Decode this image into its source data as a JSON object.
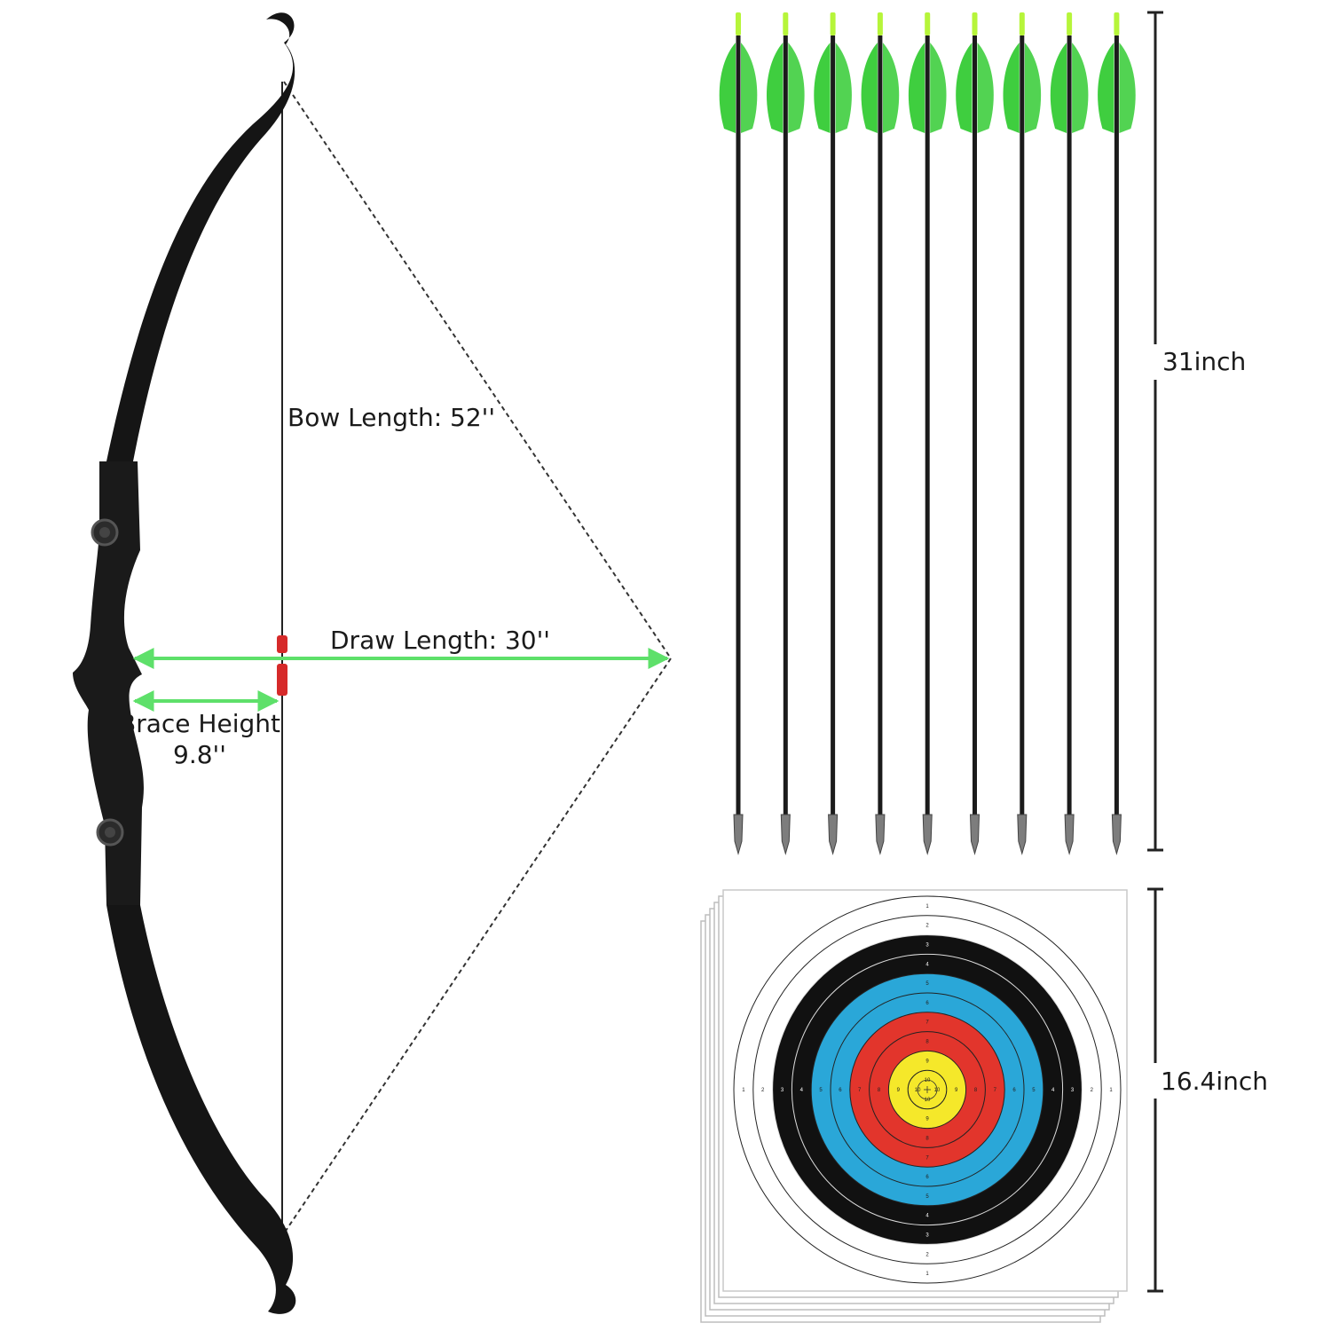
{
  "labels": {
    "bow_length": "Bow Length: 52''",
    "draw_length": "Draw Length: 30''",
    "brace_height_title": "Brace Height",
    "brace_height_value": "9.8''",
    "arrow_length": "31inch",
    "target_size": "16.4inch"
  },
  "arrows": {
    "count": 9
  },
  "target": {
    "sheets_stacked": 6,
    "ring_scores": [
      1,
      2,
      3,
      4,
      5,
      6,
      7,
      8,
      9,
      10
    ],
    "ring_colors": [
      "#ffffff",
      "#ffffff",
      "#111111",
      "#111111",
      "#2aa7d8",
      "#2aa7d8",
      "#e2352c",
      "#e2352c",
      "#f5e82a",
      "#f5e82a"
    ]
  },
  "colors": {
    "bow": "#151515",
    "fletching": "#3fce3f",
    "nock": "#b6f53a",
    "measure_arrow": "#5ee06a",
    "string_marker": "#d62a2a",
    "text": "#1a1a1a"
  }
}
